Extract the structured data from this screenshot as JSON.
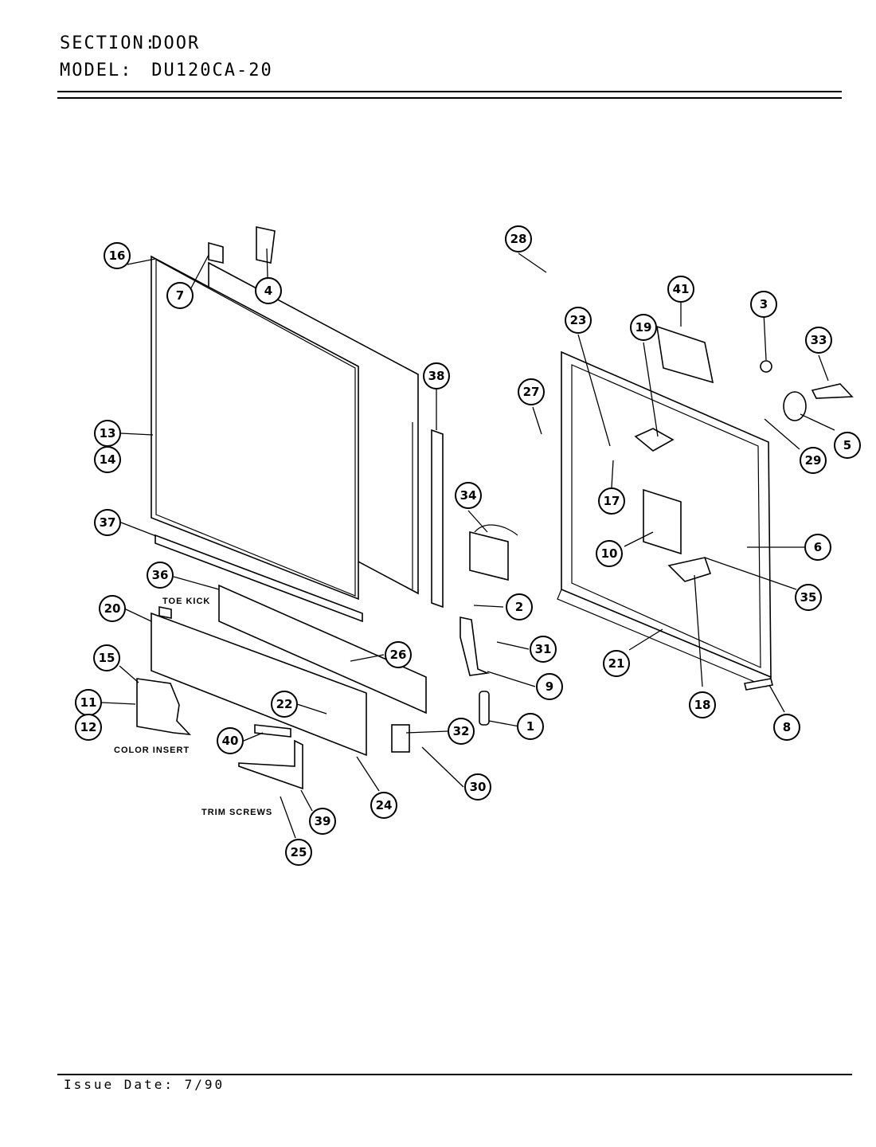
{
  "header": {
    "section_label": "SECTION:",
    "section_value": "DOOR",
    "model_label": "MODEL:",
    "model_value": "DU120CA-20"
  },
  "footer": {
    "issue_date": "Issue Date: 7/90"
  },
  "captions": {
    "toe_kick": "TOE KICK",
    "color_insert": "COLOR INSERT",
    "trim_screws": "TRIM SCREWS"
  },
  "callouts": [
    "1",
    "2",
    "3",
    "4",
    "5",
    "6",
    "7",
    "8",
    "9",
    "10",
    "11",
    "12",
    "13",
    "14",
    "15",
    "16",
    "17",
    "18",
    "19",
    "20",
    "21",
    "22",
    "23",
    "24",
    "25",
    "26",
    "27",
    "28",
    "29",
    "30",
    "31",
    "32",
    "33",
    "34",
    "35",
    "36",
    "37",
    "38",
    "39",
    "40",
    "41"
  ]
}
